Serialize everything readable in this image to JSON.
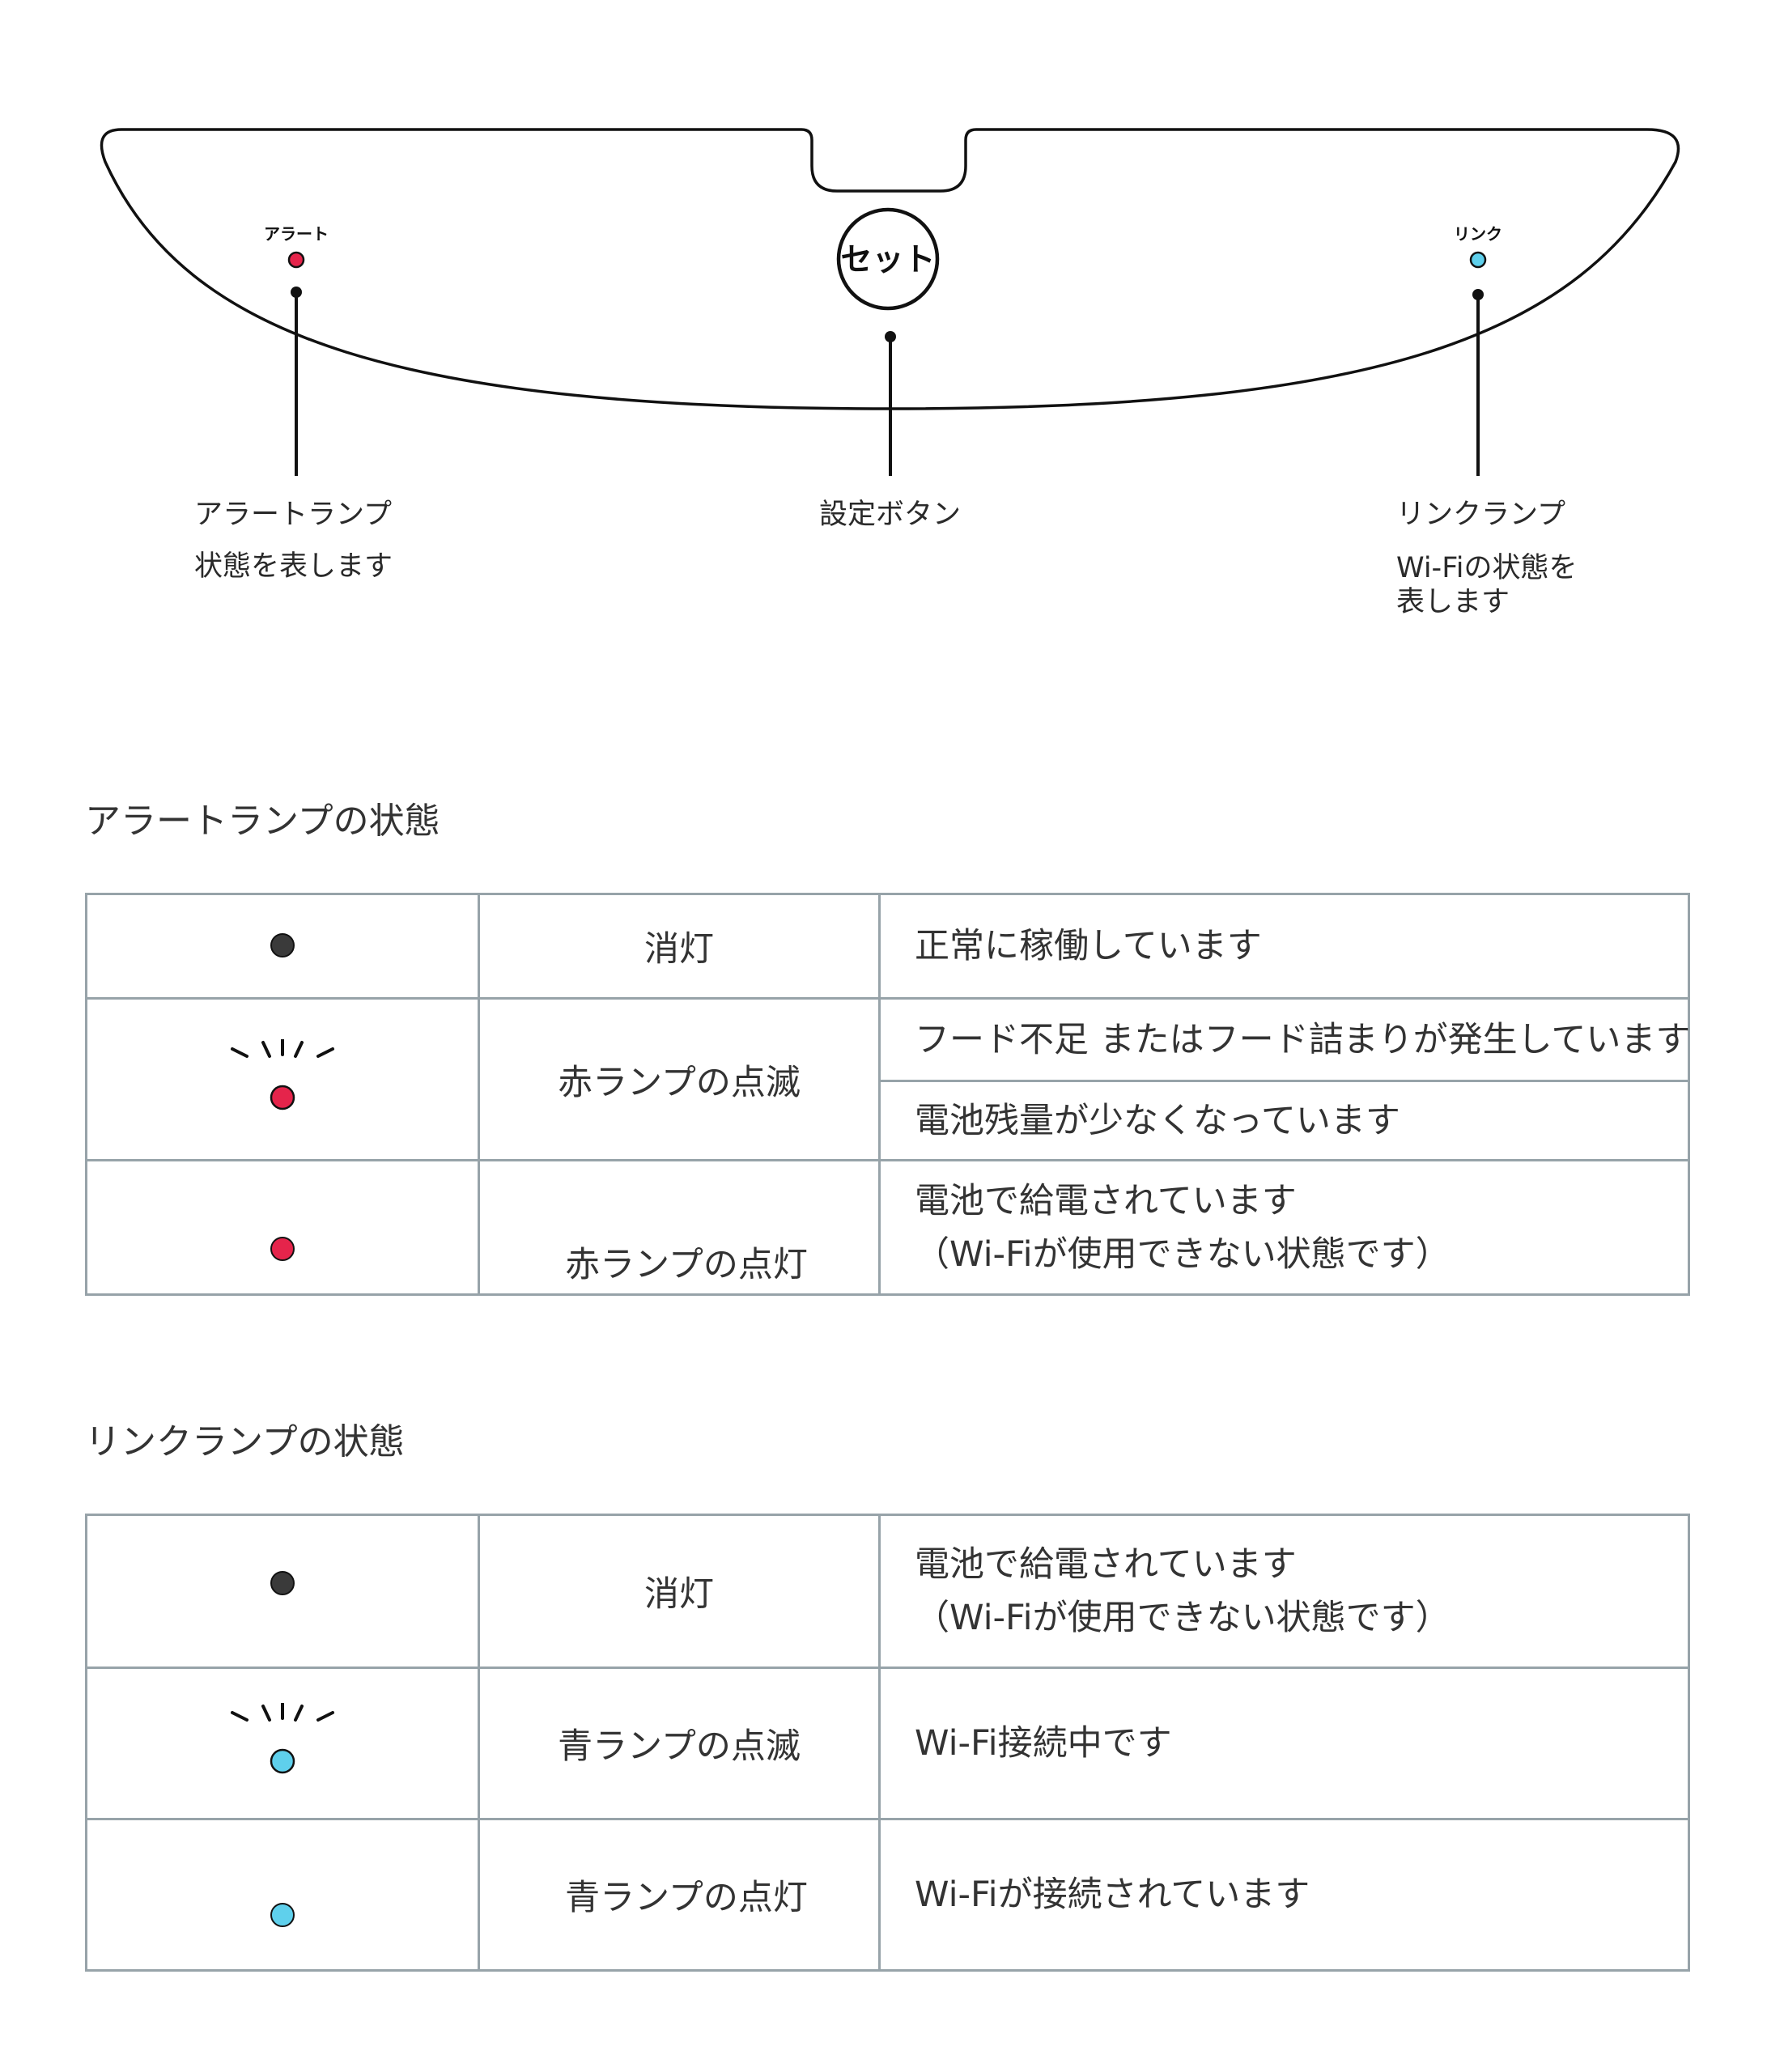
{
  "colors": {
    "red": "#e5244b",
    "blue": "#5fd0ec",
    "off": "#3a3a3a",
    "line": "#111111",
    "table_border": "#97a3a9"
  },
  "panel": {
    "alert_small_label": "アラート",
    "link_small_label": "リンク",
    "set_button_label": "セット"
  },
  "callouts": {
    "alert": {
      "title": "アラートランプ",
      "desc": "状態を表します"
    },
    "set": {
      "title": "設定ボタン"
    },
    "link": {
      "title": "リンクランプ",
      "desc_line1": "Wi-Fiの状態を",
      "desc_line2": "表します"
    }
  },
  "alert_section": {
    "title": "アラートランプの状態",
    "rows": [
      {
        "icon": "lamp-off-icon",
        "state": "消灯",
        "desc": [
          "正常に稼働しています"
        ]
      },
      {
        "icon": "red-lamp-blinking-icon",
        "state": "赤ランプの点滅",
        "desc": [
          "フード不足 またはフード詰まりが発生しています",
          "電池残量が少なくなっています"
        ]
      },
      {
        "icon": "red-lamp-on-icon",
        "state": "赤ランプの点灯",
        "desc": [
          "電池で給電されています",
          "（Wi-Fiが使用できない状態です）"
        ]
      }
    ]
  },
  "link_section": {
    "title": "リンクランプの状態",
    "rows": [
      {
        "icon": "lamp-off-icon",
        "state": "消灯",
        "desc": [
          "電池で給電されています",
          "（Wi-Fiが使用できない状態です）"
        ]
      },
      {
        "icon": "blue-lamp-blinking-icon",
        "state": "青ランプの点滅",
        "desc": [
          "Wi-Fi接続中です"
        ]
      },
      {
        "icon": "blue-lamp-on-icon",
        "state": "青ランプの点灯",
        "desc": [
          "Wi-Fiが接続されています"
        ]
      }
    ]
  }
}
